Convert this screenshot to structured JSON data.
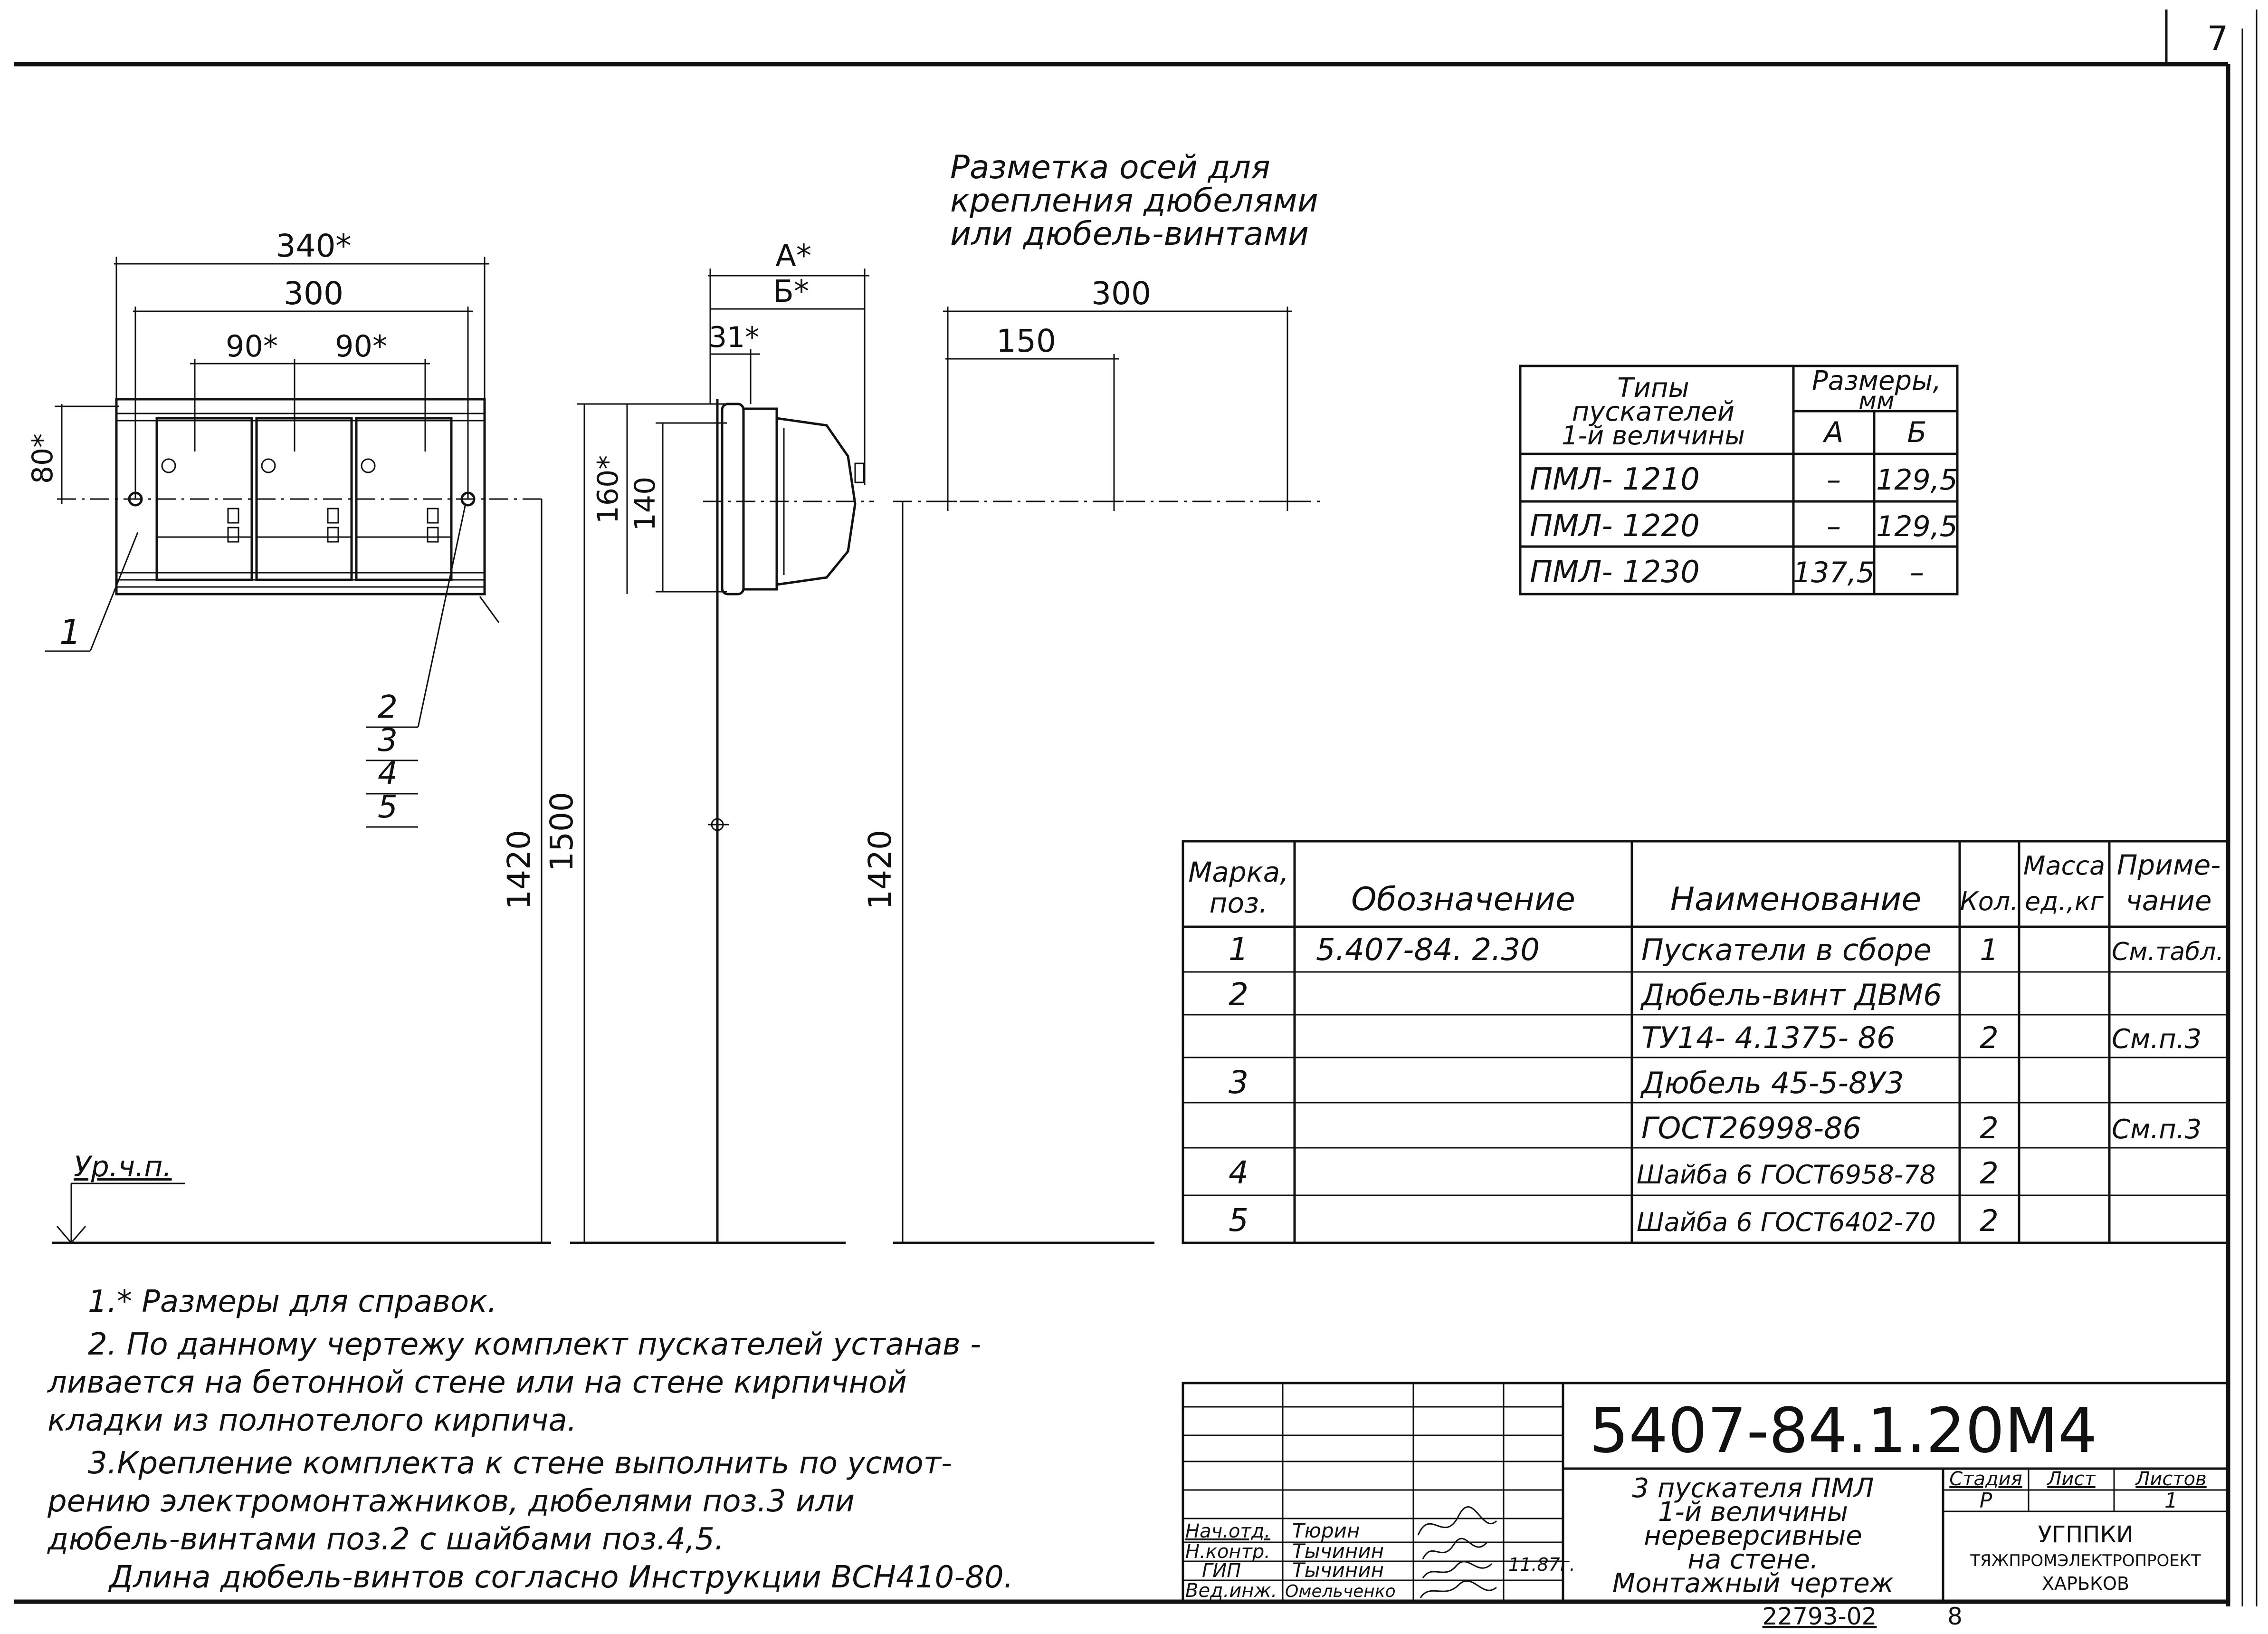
{
  "page_number": "7",
  "caption": {
    "line1": "Разметка осей для",
    "line2": "крепления дюбелями",
    "line3": "или дюбель-винтами"
  },
  "dims": {
    "d340": "340*",
    "d300": "300",
    "d90a": "90*",
    "d90b": "90*",
    "d80": "80*",
    "dA": "A*",
    "dB": "Б*",
    "d31": "31*",
    "d160": "160*",
    "d140": "140",
    "d300r": "300",
    "d150": "150",
    "d1420a": "1420",
    "d1500": "1500",
    "d1420b": "1420"
  },
  "leaders": {
    "pos1": "1",
    "pos2": "2",
    "pos3": "3",
    "pos4": "4",
    "pos5": "5"
  },
  "floor_label": "Ур.ч.п.",
  "size_table": {
    "h_types": [
      "Типы",
      "пускателей",
      "1-й величины"
    ],
    "h_sizes": [
      "Размеры,",
      "мм"
    ],
    "h_a": "А",
    "h_b": "Б",
    "rows": [
      {
        "type": "ПМЛ- 1210",
        "a": "–",
        "b": "129,5"
      },
      {
        "type": "ПМЛ- 1220",
        "a": "–",
        "b": "129,5"
      },
      {
        "type": "ПМЛ- 1230",
        "a": "137,5",
        "b": "–"
      }
    ]
  },
  "spec_table": {
    "h_mark": [
      "Марка,",
      "поз."
    ],
    "h_designation": "Обозначение",
    "h_name": "Наименование",
    "h_qty": "Кол.",
    "h_mass": [
      "Масса",
      "ед.,кг"
    ],
    "h_note": [
      "Приме-",
      "чание"
    ],
    "rows": [
      {
        "mark": "1",
        "designation": "5.407-84. 2.30",
        "name": "Пускатели в сборе",
        "qty": "1",
        "mass": "",
        "note": "См.табл."
      },
      {
        "mark": "2",
        "designation": "",
        "name": "Дюбель-винт ДВМ6",
        "qty": "",
        "mass": "",
        "note": ""
      },
      {
        "mark": "",
        "designation": "",
        "name": "ТУ14- 4.1375- 86",
        "qty": "2",
        "mass": "",
        "note": "См.п.3"
      },
      {
        "mark": "3",
        "designation": "",
        "name": "Дюбель 45-5-8У3",
        "qty": "",
        "mass": "",
        "note": ""
      },
      {
        "mark": "",
        "designation": "",
        "name": "ГОСТ26998-86",
        "qty": "2",
        "mass": "",
        "note": "См.п.3"
      },
      {
        "mark": "4",
        "designation": "",
        "name": "Шайба 6 ГОСТ6958-78",
        "qty": "2",
        "mass": "",
        "note": ""
      },
      {
        "mark": "5",
        "designation": "",
        "name": "Шайба 6 ГОСТ6402-70",
        "qty": "2",
        "mass": "",
        "note": ""
      }
    ]
  },
  "notes": [
    "1.* Размеры для справок.",
    "2. По данному чертежу комплект пускателей устанав -",
    "ливается на бетонной стене или на стене кирпичной",
    "кладки из полнотелого кирпича.",
    "3.Крепление комплекта к стене выполнить по усмот-",
    "рению электромонтажников, дюбелями поз.3 или",
    "дюбель-винтами поз.2 с шайбами поз.4,5.",
    "Длина дюбель-винтов согласно Инструкции ВСН410-80."
  ],
  "title_block": {
    "doc_code": "5407-84.1.20М4",
    "title_lines": [
      "3 пускателя ПМЛ",
      "1-й величины",
      "нереверсивные",
      "на стене.",
      "Монтажный чертеж"
    ],
    "roles": [
      "Нач.отд.",
      "Н.контр.",
      "ГИП",
      "Вед.инж."
    ],
    "names": [
      "Тюрин",
      "Тычинин",
      "Тычинин",
      "Омельченко"
    ],
    "date": "11.87г.",
    "h_stage": "Стадия",
    "h_sheet": "Лист",
    "h_sheets": "Листов",
    "stage": "Р",
    "sheets": "1",
    "org_lines": [
      "УГППКИ",
      "ТЯЖПРОМЭЛЕКТРОПРОЕКТ",
      "ХАРЬКОВ"
    ]
  },
  "archive_number": "22793-02",
  "archive_sheet": "8"
}
